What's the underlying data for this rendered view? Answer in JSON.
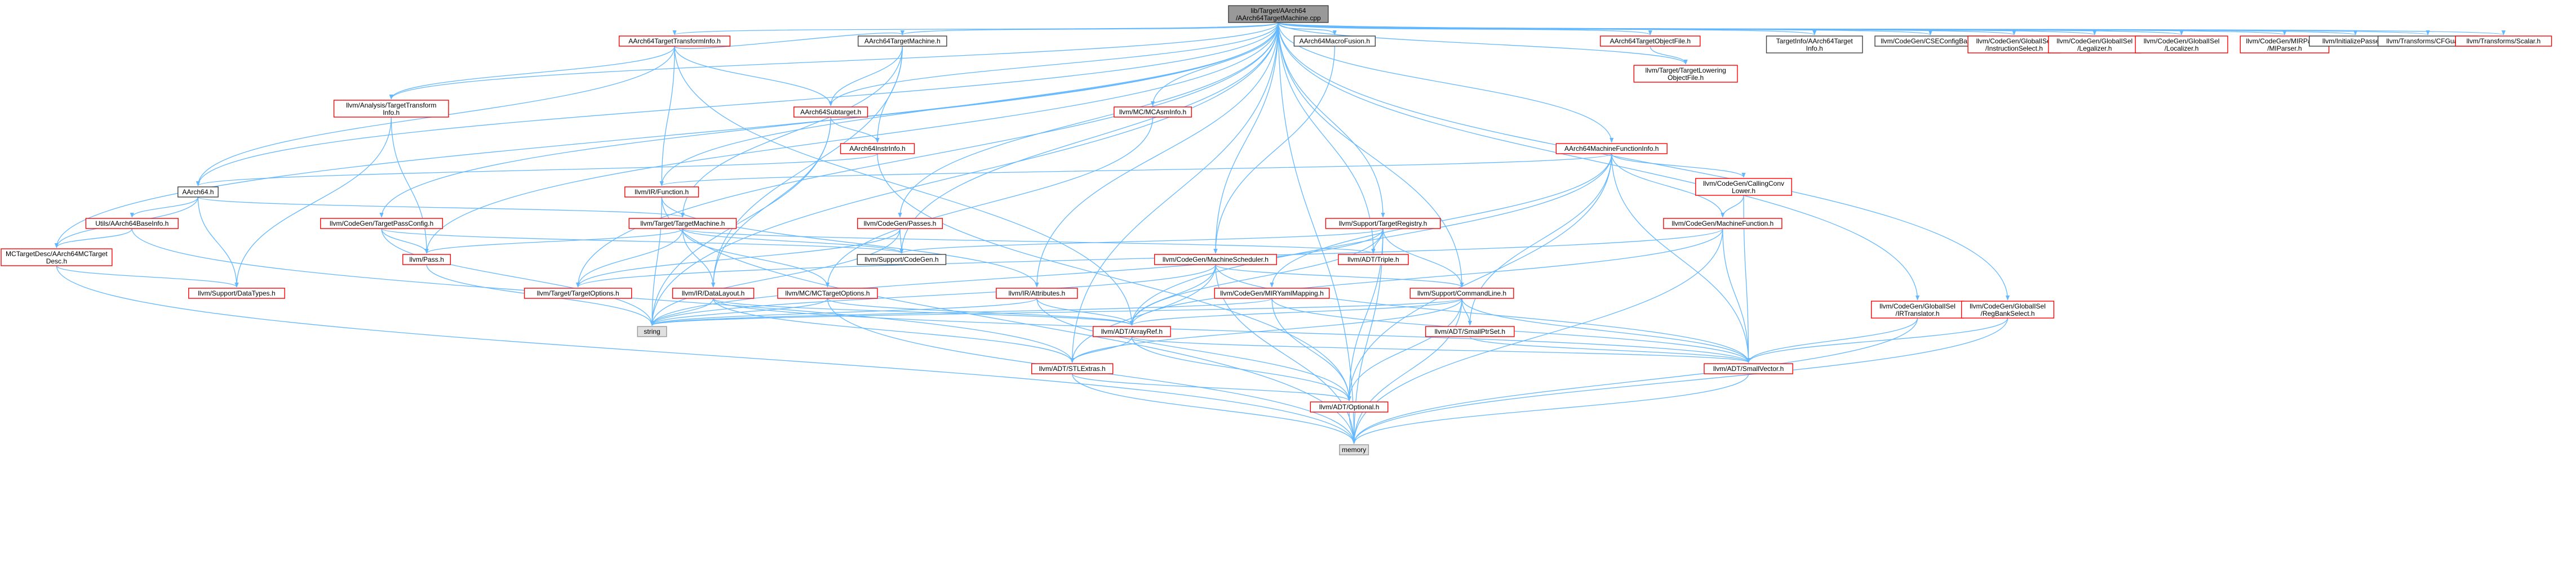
{
  "diagram": {
    "colors": {
      "edge": "#63b8ff",
      "red_border": "#ff0000",
      "black_border": "#404040",
      "root_fill": "#999999",
      "gray_fill": "#e0e0e0",
      "white_fill": "#ffffff"
    },
    "nodes": [
      {
        "id": "root",
        "lines": [
          "lib/Target/AArch64",
          "/AArch64TargetMachine.cpp"
        ],
        "style": "root"
      },
      {
        "id": "ttinfo",
        "lines": [
          "AArch64TargetTransformInfo.h"
        ],
        "style": "red"
      },
      {
        "id": "tm",
        "lines": [
          "AArch64TargetMachine.h"
        ],
        "style": "black"
      },
      {
        "id": "macrofusion",
        "lines": [
          "AArch64MacroFusion.h"
        ],
        "style": "black"
      },
      {
        "id": "objfile",
        "lines": [
          "AArch64TargetObjectFile.h"
        ],
        "style": "red"
      },
      {
        "id": "tgtinfo",
        "lines": [
          "TargetInfo/AArch64Target",
          "Info.h"
        ],
        "style": "black"
      },
      {
        "id": "cse",
        "lines": [
          "llvm/CodeGen/CSEConfigBase.h"
        ],
        "style": "black"
      },
      {
        "id": "instsel",
        "lines": [
          "llvm/CodeGen/GlobalISel",
          "/InstructionSelect.h"
        ],
        "style": "red"
      },
      {
        "id": "legalizer",
        "lines": [
          "llvm/CodeGen/GlobalISel",
          "/Legalizer.h"
        ],
        "style": "red"
      },
      {
        "id": "localizer",
        "lines": [
          "llvm/CodeGen/GlobalISel",
          "/Localizer.h"
        ],
        "style": "red"
      },
      {
        "id": "mirparser",
        "lines": [
          "llvm/CodeGen/MIRParser",
          "/MIParser.h"
        ],
        "style": "red"
      },
      {
        "id": "initpasses",
        "lines": [
          "llvm/InitializePasses.h"
        ],
        "style": "black"
      },
      {
        "id": "cfguard",
        "lines": [
          "llvm/Transforms/CFGuard.h"
        ],
        "style": "black"
      },
      {
        "id": "scalar",
        "lines": [
          "llvm/Transforms/Scalar.h"
        ],
        "style": "red"
      },
      {
        "id": "tloweringobj",
        "lines": [
          "llvm/Target/TargetLowering",
          "ObjectFile.h"
        ],
        "style": "red"
      },
      {
        "id": "subtarget",
        "lines": [
          "AArch64Subtarget.h"
        ],
        "style": "red"
      },
      {
        "id": "analysistti",
        "lines": [
          "llvm/Analysis/TargetTransform",
          "Info.h"
        ],
        "style": "red"
      },
      {
        "id": "mcasminfo",
        "lines": [
          "llvm/MC/MCAsmInfo.h"
        ],
        "style": "red"
      },
      {
        "id": "instrinfo",
        "lines": [
          "AArch64InstrInfo.h"
        ],
        "style": "red"
      },
      {
        "id": "mfi",
        "lines": [
          "AArch64MachineFunctionInfo.h"
        ],
        "style": "red"
      },
      {
        "id": "aarch64h",
        "lines": [
          "AArch64.h"
        ],
        "style": "black"
      },
      {
        "id": "irfunction",
        "lines": [
          "llvm/IR/Function.h"
        ],
        "style": "red"
      },
      {
        "id": "cgcallconv",
        "lines": [
          "llvm/CodeGen/CallingConv",
          "Lower.h"
        ],
        "style": "red"
      },
      {
        "id": "utilsbase",
        "lines": [
          "Utils/AArch64BaseInfo.h"
        ],
        "style": "red"
      },
      {
        "id": "cgpassconfig",
        "lines": [
          "llvm/CodeGen/TargetPassConfig.h"
        ],
        "style": "red"
      },
      {
        "id": "targetmachine",
        "lines": [
          "llvm/Target/TargetMachine.h"
        ],
        "style": "red"
      },
      {
        "id": "cgpasses",
        "lines": [
          "llvm/CodeGen/Passes.h"
        ],
        "style": "red"
      },
      {
        "id": "tregistry",
        "lines": [
          "llvm/Support/TargetRegistry.h"
        ],
        "style": "red"
      },
      {
        "id": "cgmf",
        "lines": [
          "llvm/CodeGen/MachineFunction.h"
        ],
        "style": "red"
      },
      {
        "id": "mcdesc",
        "lines": [
          "MCTargetDesc/AArch64MCTarget",
          "Desc.h"
        ],
        "style": "red"
      },
      {
        "id": "pass",
        "lines": [
          "llvm/Pass.h"
        ],
        "style": "red"
      },
      {
        "id": "codegen",
        "lines": [
          "llvm/Support/CodeGen.h"
        ],
        "style": "black"
      },
      {
        "id": "cgsched",
        "lines": [
          "llvm/CodeGen/MachineScheduler.h"
        ],
        "style": "red"
      },
      {
        "id": "triple",
        "lines": [
          "llvm/ADT/Triple.h"
        ],
        "style": "red"
      },
      {
        "id": "toptions",
        "lines": [
          "llvm/Target/TargetOptions.h"
        ],
        "style": "red"
      },
      {
        "id": "datatypes",
        "lines": [
          "llvm/Support/DataTypes.h"
        ],
        "style": "red"
      },
      {
        "id": "datalayout",
        "lines": [
          "llvm/IR/DataLayout.h"
        ],
        "style": "red"
      },
      {
        "id": "mcoptions",
        "lines": [
          "llvm/MC/MCTargetOptions.h"
        ],
        "style": "red"
      },
      {
        "id": "attributes",
        "lines": [
          "llvm/IR/Attributes.h"
        ],
        "style": "red"
      },
      {
        "id": "mirymapping",
        "lines": [
          "llvm/CodeGen/MIRYamlMapping.h"
        ],
        "style": "red"
      },
      {
        "id": "cmdline",
        "lines": [
          "llvm/Support/CommandLine.h"
        ],
        "style": "red"
      },
      {
        "id": "irtranslator",
        "lines": [
          "llvm/CodeGen/GlobalISel",
          "/IRTranslator.h"
        ],
        "style": "red"
      },
      {
        "id": "regbank",
        "lines": [
          "llvm/CodeGen/GlobalISel",
          "/RegBankSelect.h"
        ],
        "style": "red"
      },
      {
        "id": "string",
        "lines": [
          "string"
        ],
        "style": "gray"
      },
      {
        "id": "arrayref",
        "lines": [
          "llvm/ADT/ArrayRef.h"
        ],
        "style": "red"
      },
      {
        "id": "smallptrset",
        "lines": [
          "llvm/ADT/SmallPtrSet.h"
        ],
        "style": "red"
      },
      {
        "id": "stlextras",
        "lines": [
          "llvm/ADT/STLExtras.h"
        ],
        "style": "red"
      },
      {
        "id": "smallvector",
        "lines": [
          "llvm/ADT/SmallVector.h"
        ],
        "style": "red"
      },
      {
        "id": "optional",
        "lines": [
          "llvm/ADT/Optional.h"
        ],
        "style": "red"
      },
      {
        "id": "memory",
        "lines": [
          "memory"
        ],
        "style": "gray"
      }
    ],
    "edges": [
      [
        "root",
        "ttinfo"
      ],
      [
        "root",
        "tm"
      ],
      [
        "root",
        "macrofusion"
      ],
      [
        "root",
        "objfile"
      ],
      [
        "root",
        "tgtinfo"
      ],
      [
        "root",
        "cse"
      ],
      [
        "root",
        "instsel"
      ],
      [
        "root",
        "legalizer"
      ],
      [
        "root",
        "localizer"
      ],
      [
        "root",
        "mirparser"
      ],
      [
        "root",
        "initpasses"
      ],
      [
        "root",
        "cfguard"
      ],
      [
        "root",
        "scalar"
      ],
      [
        "root",
        "aarch64h"
      ],
      [
        "root",
        "mcdesc"
      ],
      [
        "root",
        "analysistti"
      ],
      [
        "root",
        "cgpassconfig"
      ],
      [
        "root",
        "pass"
      ],
      [
        "root",
        "irfunction"
      ],
      [
        "root",
        "mcasminfo"
      ],
      [
        "root",
        "cgpasses"
      ],
      [
        "root",
        "toptions"
      ],
      [
        "root",
        "tregistry"
      ],
      [
        "root",
        "cgsched"
      ],
      [
        "root",
        "mfi"
      ],
      [
        "root",
        "subtarget"
      ],
      [
        "root",
        "string"
      ],
      [
        "root",
        "memory"
      ],
      [
        "root",
        "triple"
      ],
      [
        "root",
        "cmdline"
      ],
      [
        "root",
        "irtranslator"
      ],
      [
        "root",
        "regbank"
      ],
      [
        "root",
        "attributes"
      ],
      [
        "root",
        "stlextras"
      ],
      [
        "root",
        "tloweringobj"
      ],
      [
        "root",
        "codegen"
      ],
      [
        "ttinfo",
        "tm"
      ],
      [
        "ttinfo",
        "subtarget"
      ],
      [
        "ttinfo",
        "analysistti"
      ],
      [
        "ttinfo",
        "aarch64h"
      ],
      [
        "ttinfo",
        "irfunction"
      ],
      [
        "ttinfo",
        "arrayref"
      ],
      [
        "tm",
        "subtarget"
      ],
      [
        "tm",
        "instrinfo"
      ],
      [
        "tm",
        "targetmachine"
      ],
      [
        "tm",
        "datalayout"
      ],
      [
        "macrofusion",
        "cgsched"
      ],
      [
        "objfile",
        "tloweringobj"
      ],
      [
        "subtarget",
        "instrinfo"
      ],
      [
        "subtarget",
        "datalayout"
      ],
      [
        "subtarget",
        "string"
      ],
      [
        "analysistti",
        "pass"
      ],
      [
        "analysistti",
        "datatypes"
      ],
      [
        "mcasminfo",
        "mcoptions"
      ],
      [
        "instrinfo",
        "aarch64h"
      ],
      [
        "instrinfo",
        "optional"
      ],
      [
        "mfi",
        "irfunction"
      ],
      [
        "mfi",
        "cgcallconv"
      ],
      [
        "mfi",
        "cgmf"
      ],
      [
        "mfi",
        "smallvector"
      ],
      [
        "mfi",
        "arrayref"
      ],
      [
        "mfi",
        "smallptrset"
      ],
      [
        "mfi",
        "mirymapping"
      ],
      [
        "mfi",
        "optional"
      ],
      [
        "aarch64h",
        "utilsbase"
      ],
      [
        "aarch64h",
        "mcdesc"
      ],
      [
        "aarch64h",
        "targetmachine"
      ],
      [
        "aarch64h",
        "datatypes"
      ],
      [
        "irfunction",
        "attributes"
      ],
      [
        "irfunction",
        "string"
      ],
      [
        "irfunction",
        "memory"
      ],
      [
        "cgcallconv",
        "cgmf"
      ],
      [
        "cgcallconv",
        "smallvector"
      ],
      [
        "utilsbase",
        "mcdesc"
      ],
      [
        "utilsbase",
        "stlextras"
      ],
      [
        "cgpassconfig",
        "pass"
      ],
      [
        "cgpassconfig",
        "codegen"
      ],
      [
        "cgpassconfig",
        "string"
      ],
      [
        "targetmachine",
        "pass"
      ],
      [
        "targetmachine",
        "toptions"
      ],
      [
        "targetmachine",
        "datalayout"
      ],
      [
        "targetmachine",
        "codegen"
      ],
      [
        "targetmachine",
        "triple"
      ],
      [
        "targetmachine",
        "mcoptions"
      ],
      [
        "cgpasses",
        "codegen"
      ],
      [
        "cgpasses",
        "toptions"
      ],
      [
        "cgpasses",
        "string"
      ],
      [
        "tregistry",
        "triple"
      ],
      [
        "tregistry",
        "codegen"
      ],
      [
        "tregistry",
        "cmdline"
      ],
      [
        "tregistry",
        "arrayref"
      ],
      [
        "tregistry",
        "optional"
      ],
      [
        "tregistry",
        "memory"
      ],
      [
        "tregistry",
        "string"
      ],
      [
        "cgmf",
        "arrayref"
      ],
      [
        "cgmf",
        "smallvector"
      ],
      [
        "cgmf",
        "memory"
      ],
      [
        "cgmf",
        "toptions"
      ],
      [
        "mcdesc",
        "datatypes"
      ],
      [
        "mcdesc",
        "memory"
      ],
      [
        "pass",
        "string"
      ],
      [
        "cgsched",
        "arrayref"
      ],
      [
        "cgsched",
        "stlextras"
      ],
      [
        "cgsched",
        "smallvector"
      ],
      [
        "cgsched",
        "cmdline"
      ],
      [
        "cgsched",
        "memory"
      ],
      [
        "cgsched",
        "string"
      ],
      [
        "datalayout",
        "arrayref"
      ],
      [
        "datalayout",
        "stlextras"
      ],
      [
        "datalayout",
        "smallvector"
      ],
      [
        "datalayout",
        "string"
      ],
      [
        "mcoptions",
        "arrayref"
      ],
      [
        "mcoptions",
        "string"
      ],
      [
        "mcoptions",
        "memory"
      ],
      [
        "attributes",
        "arrayref"
      ],
      [
        "attributes",
        "optional"
      ],
      [
        "attributes",
        "string"
      ],
      [
        "mirymapping",
        "smallvector"
      ],
      [
        "mirymapping",
        "optional"
      ],
      [
        "mirymapping",
        "string"
      ],
      [
        "cmdline",
        "arrayref"
      ],
      [
        "cmdline",
        "smallptrset"
      ],
      [
        "cmdline",
        "smallvector"
      ],
      [
        "cmdline",
        "stlextras"
      ],
      [
        "cmdline",
        "optional"
      ],
      [
        "cmdline",
        "string"
      ],
      [
        "cmdline",
        "memory"
      ],
      [
        "irtranslator",
        "smallvector"
      ],
      [
        "irtranslator",
        "memory"
      ],
      [
        "regbank",
        "smallvector"
      ],
      [
        "regbank",
        "memory"
      ],
      [
        "arrayref",
        "stlextras"
      ],
      [
        "arrayref",
        "smallvector"
      ],
      [
        "arrayref",
        "optional"
      ],
      [
        "smallptrset",
        "smallvector"
      ],
      [
        "stlextras",
        "optional"
      ],
      [
        "stlextras",
        "memory"
      ],
      [
        "smallvector",
        "memory"
      ],
      [
        "optional",
        "memory"
      ]
    ]
  }
}
